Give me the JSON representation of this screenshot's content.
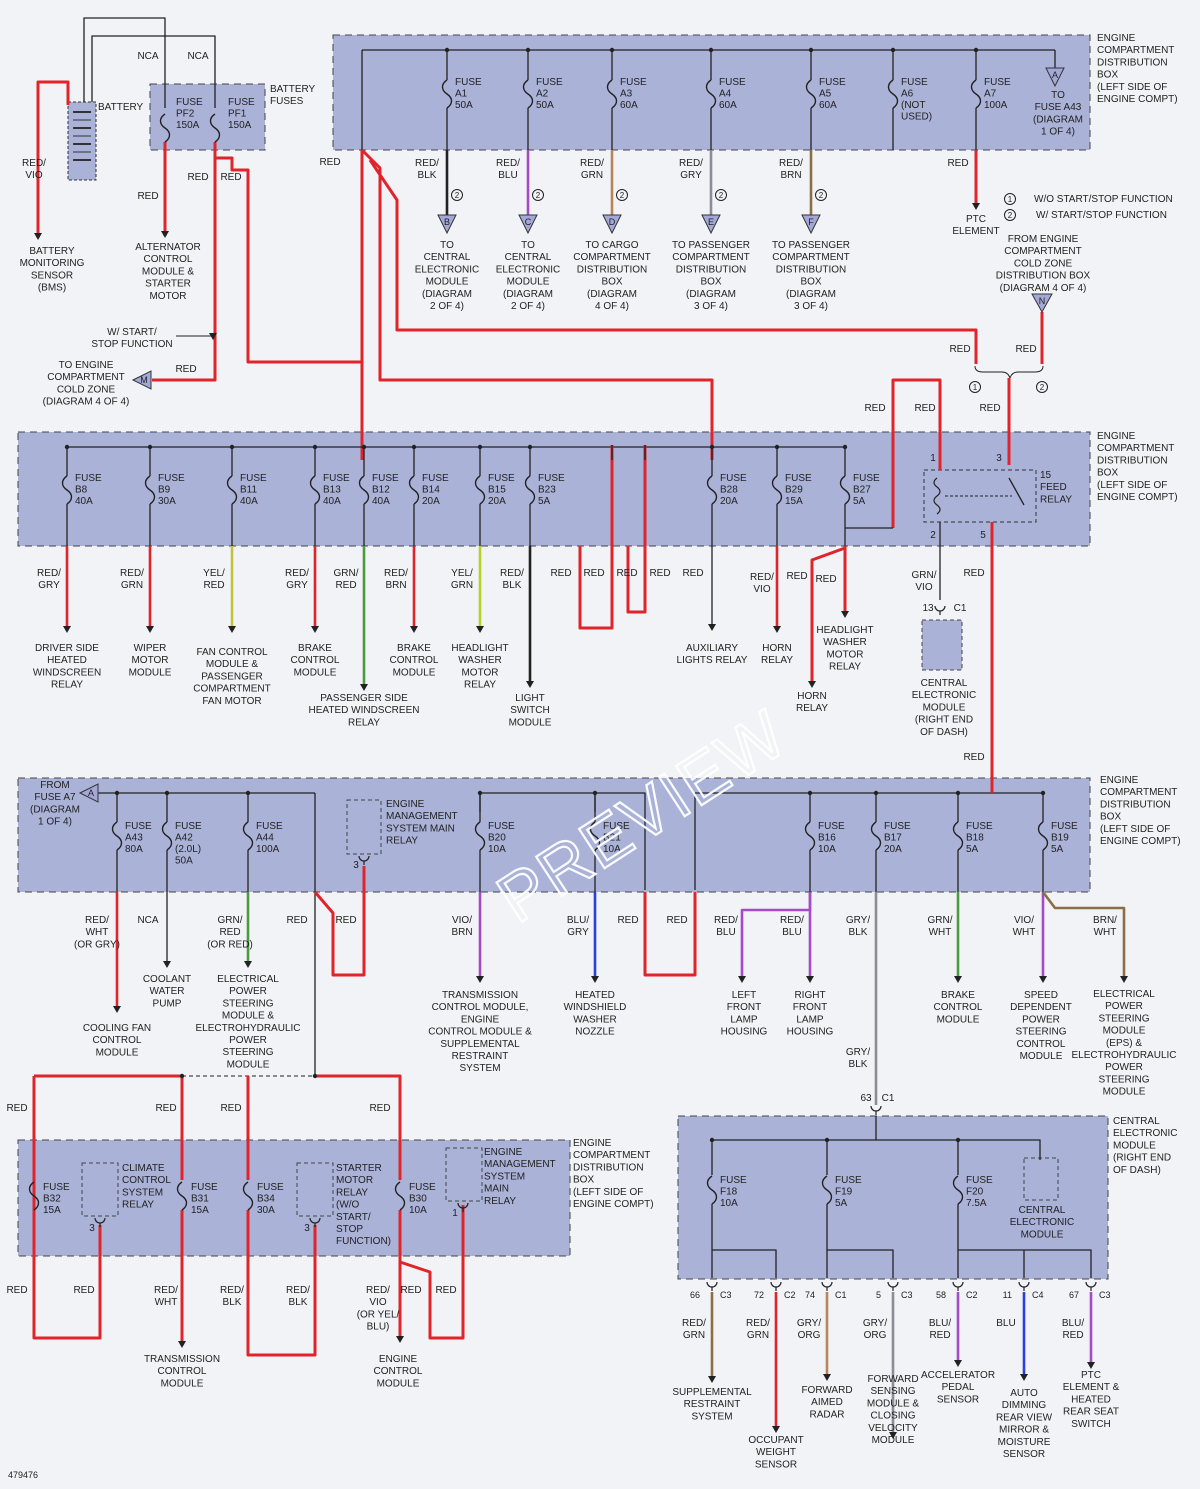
{
  "diagram": {
    "watermark": "PREVIEW",
    "figure_id": "479476",
    "colors": {
      "box": "#aab2d8",
      "red_wire": "#e0242b"
    },
    "boxes": [
      {
        "label": [
          "ENGINE",
          "COMPARTMENT",
          "DISTRIBUTION",
          "BOX",
          "(LEFT SIDE OF",
          "ENGINE COMPT)"
        ]
      },
      {
        "label": [
          "ENGINE",
          "COMPARTMENT",
          "DISTRIBUTION",
          "BOX",
          "(LEFT SIDE OF",
          "ENGINE COMPT)"
        ]
      },
      {
        "label": [
          "ENGINE",
          "COMPARTMENT",
          "DISTRIBUTION",
          "BOX",
          "(LEFT SIDE OF",
          "ENGINE COMPT)"
        ]
      },
      {
        "label": [
          "ENGINE",
          "COMPARTMENT",
          "DISTRIBUTION",
          "BOX",
          "(LEFT SIDE OF",
          "ENGINE COMPT)"
        ]
      },
      {
        "label": [
          "CENTRAL",
          "ELECTRONIC",
          "MODULE",
          "(RIGHT END",
          "OF DASH)"
        ]
      }
    ],
    "battery_area": {
      "battery": "BATTERY",
      "battery_fuses": [
        "BATTERY",
        "FUSES"
      ],
      "nca1": "NCA",
      "nca2": "NCA",
      "pf2": [
        "FUSE",
        "PF2",
        "150A"
      ],
      "pf1": [
        "FUSE",
        "PF1",
        "150A"
      ],
      "bms_wire": [
        "RED/",
        "VIO"
      ],
      "bms": [
        "BATTERY",
        "MONITORING",
        "SENSOR",
        "(BMS)"
      ],
      "alt_wire": "RED",
      "alt": [
        "ALTERNATOR",
        "CONTROL",
        "MODULE &",
        "STARTER",
        "MOTOR"
      ],
      "red_a": "RED",
      "red_b": "RED",
      "ss_note": [
        "W/ START/",
        "STOP FUNCTION"
      ],
      "cold_zone": [
        "TO ENGINE",
        "COMPARTMENT",
        "COLD ZONE",
        "(DIAGRAM 4 OF 4)"
      ],
      "cold_letter": "M",
      "cold_wire": "RED"
    },
    "row1": {
      "feed_red": "RED",
      "fuses": [
        {
          "lines": [
            "FUSE",
            "A1",
            "50A"
          ],
          "wire": [
            "RED/",
            "BLK"
          ],
          "sym": "2",
          "letter": "B",
          "dest": [
            "TO",
            "CENTRAL",
            "ELECTRONIC",
            "MODULE",
            "(DIAGRAM",
            "2 OF 4)"
          ]
        },
        {
          "lines": [
            "FUSE",
            "A2",
            "50A"
          ],
          "wire": [
            "RED/",
            "BLU"
          ],
          "sym": "2",
          "letter": "C",
          "dest": [
            "TO",
            "CENTRAL",
            "ELECTRONIC",
            "MODULE",
            "(DIAGRAM",
            "2 OF 4)"
          ]
        },
        {
          "lines": [
            "FUSE",
            "A3",
            "60A"
          ],
          "wire": [
            "RED/",
            "GRN"
          ],
          "sym": "2",
          "letter": "D",
          "dest": [
            "TO CARGO",
            "COMPARTMENT",
            "DISTRIBUTION",
            "BOX",
            "(DIAGRAM",
            "4 OF 4)"
          ]
        },
        {
          "lines": [
            "FUSE",
            "A4",
            "60A"
          ],
          "wire": [
            "RED/",
            "GRY"
          ],
          "sym": "2",
          "letter": "E",
          "dest": [
            "TO PASSENGER",
            "COMPARTMENT",
            "DISTRIBUTION",
            "BOX",
            "(DIAGRAM",
            "3 OF 4)"
          ]
        },
        {
          "lines": [
            "FUSE",
            "A5",
            "60A"
          ],
          "wire": [
            "RED/",
            "BRN"
          ],
          "sym": "2",
          "letter": "F",
          "dest": [
            "TO PASSENGER",
            "COMPARTMENT",
            "DISTRIBUTION",
            "BOX",
            "(DIAGRAM",
            "3 OF 4)"
          ]
        },
        {
          "lines": [
            "FUSE",
            "A6",
            "(NOT",
            "USED)"
          ]
        },
        {
          "lines": [
            "FUSE",
            "A7",
            "100A"
          ],
          "wire": [
            "RED"
          ],
          "dest": [
            "PTC",
            "ELEMENT"
          ]
        }
      ],
      "a43_letter": "A",
      "a43_lines": [
        "TO",
        "FUSE A43",
        "(DIAGRAM",
        "1 OF 4)"
      ],
      "legend1_sym": "1",
      "legend1": "W/O START/STOP FUNCTION",
      "legend2_sym": "2",
      "legend2": "W/ START/STOP FUNCTION",
      "cold_in": [
        "FROM ENGINE",
        "COMPARTMENT",
        "COLD ZONE",
        "DISTRIBUTION BOX",
        "(DIAGRAM 4 OF 4)"
      ],
      "cold_in_letter": "N",
      "red_to_relay1": "RED",
      "red_to_relay2": "RED",
      "red_sym1": "1",
      "red_sym2": "2"
    },
    "row2": {
      "fuses": [
        {
          "lines": [
            "FUSE",
            "B8",
            "40A"
          ],
          "wire": [
            "RED/",
            "GRY"
          ],
          "dest": [
            "DRIVER SIDE",
            "HEATED",
            "WINDSCREEN",
            "RELAY"
          ]
        },
        {
          "lines": [
            "FUSE",
            "B9",
            "30A"
          ],
          "wire": [
            "RED/",
            "GRN"
          ],
          "dest": [
            "WIPER",
            "MOTOR",
            "MODULE"
          ]
        },
        {
          "lines": [
            "FUSE",
            "B11",
            "40A"
          ],
          "wire": [
            "YEL/",
            "RED"
          ],
          "dest": [
            "FAN CONTROL",
            "MODULE &",
            "PASSENGER",
            "COMPARTMENT",
            "FAN MOTOR"
          ]
        },
        {
          "lines": [
            "FUSE",
            "B13",
            "40A"
          ],
          "wire": [
            "RED/",
            "GRY"
          ],
          "dest": [
            "BRAKE",
            "CONTROL",
            "MODULE"
          ]
        },
        {
          "lines": [
            "FUSE",
            "B12",
            "40A"
          ],
          "wire": [
            "GRN/",
            "RED"
          ],
          "dest": [
            "PASSENGER SIDE",
            "HEATED WINDSCREEN",
            "RELAY"
          ]
        },
        {
          "lines": [
            "FUSE",
            "B14",
            "20A"
          ],
          "wire": [
            "RED/",
            "BRN"
          ],
          "dest": [
            "BRAKE",
            "CONTROL",
            "MODULE"
          ]
        },
        {
          "lines": [
            "FUSE",
            "B15",
            "20A"
          ],
          "wire": [
            "YEL/",
            "GRN"
          ],
          "dest": [
            "HEADLIGHT",
            "WASHER",
            "MOTOR",
            "RELAY"
          ]
        },
        {
          "lines": [
            "FUSE",
            "B23",
            "5A"
          ],
          "wire": [
            "RED/",
            "BLK"
          ],
          "dest": [
            "LIGHT",
            "SWITCH",
            "MODULE"
          ]
        },
        {
          "lines": [
            "FUSE",
            "B28",
            "20A"
          ],
          "dest": [
            "AUXILIARY",
            "LIGHTS RELAY"
          ]
        },
        {
          "lines": [
            "FUSE",
            "B29",
            "15A"
          ],
          "wire": [
            "RED/",
            "VIO"
          ],
          "dest": [
            "HORN",
            "RELAY"
          ]
        },
        {
          "lines": [
            "FUSE",
            "B27",
            "5A"
          ],
          "dest": [
            "HEADLIGHT",
            "WASHER",
            "MOTOR",
            "RELAY"
          ]
        }
      ],
      "loop_reds": [
        "RED",
        "RED",
        "RED",
        "RED",
        "RED"
      ],
      "horn2": [
        "HORN",
        "RELAY"
      ],
      "horn_reds": [
        "RED",
        "RED"
      ],
      "relay15_pin1": "1",
      "relay15_pin3": "3",
      "relay15_pin2": "2",
      "relay15_pin5": "5",
      "relay15": [
        "15",
        "FEED",
        "RELAY"
      ],
      "relay_in_reds": [
        "RED",
        "RED",
        "RED"
      ],
      "gv_wire": [
        "GRN/",
        "VIO"
      ],
      "pin13": "13",
      "c1": "C1",
      "cem": [
        "CENTRAL",
        "ELECTRONIC",
        "MODULE",
        "(RIGHT END",
        "OF DASH)"
      ],
      "pin5_red": "RED",
      "down_red": "RED"
    },
    "row3": {
      "from_letter": "A",
      "from_lines": [
        "FROM",
        "FUSE A7",
        "(DIAGRAM",
        "1 OF 4)"
      ],
      "fuses": [
        {
          "lines": [
            "FUSE",
            "A43",
            "80A"
          ],
          "wire": [
            "RED/",
            "WHT",
            "(OR GRY)"
          ],
          "dest": [
            "COOLING FAN",
            "CONTROL",
            "MODULE"
          ]
        },
        {
          "lines": [
            "FUSE",
            "A42",
            "(2.0L)",
            "50A"
          ],
          "wire": [
            "NCA"
          ],
          "dest": [
            "COOLANT",
            "WATER",
            "PUMP"
          ]
        },
        {
          "lines": [
            "FUSE",
            "A44",
            "100A"
          ],
          "wire": [
            "GRN/",
            "RED",
            "(OR RED)"
          ],
          "dest": [
            "ELECTRICAL",
            "POWER",
            "STEERING",
            "MODULE &",
            "ELECTROHYDRAULIC",
            "POWER",
            "STEERING",
            "MODULE"
          ]
        },
        {
          "lines": [
            "FUSE",
            "B20",
            "10A"
          ],
          "wire": [
            "VIO/",
            "BRN"
          ],
          "dest": [
            "TRANSMISSION",
            "CONTROL MODULE,",
            "ENGINE",
            "CONTROL MODULE &",
            "SUPPLEMENTAL",
            "RESTRAINT",
            "SYSTEM"
          ]
        },
        {
          "lines": [
            "FUSE",
            "B21",
            "10A"
          ],
          "wire": [
            "BLU/",
            "GRY"
          ],
          "dest": [
            "HEATED",
            "WINDSHIELD",
            "WASHER",
            "NOZZLE"
          ]
        },
        {
          "lines": [
            "FUSE",
            "B16",
            "10A"
          ],
          "wire": [
            "RED/",
            "BLU"
          ],
          "dest": [
            "LEFT",
            "FRONT",
            "LAMP",
            "HOUSING"
          ]
        },
        {
          "lines": [
            "FUSE",
            "B16",
            "10A"
          ],
          "wire": [
            "RED/",
            "BLU"
          ],
          "dest": [
            "RIGHT",
            "FRONT",
            "LAMP",
            "HOUSING"
          ]
        },
        {
          "lines": [
            "FUSE",
            "B17",
            "20A"
          ],
          "wire": [
            "GRY/",
            "BLK"
          ]
        },
        {
          "lines": [
            "FUSE",
            "B18",
            "5A"
          ],
          "wire": [
            "GRN/",
            "WHT"
          ],
          "dest": [
            "BRAKE",
            "CONTROL",
            "MODULE"
          ]
        },
        {
          "lines": [
            "FUSE",
            "B19",
            "5A"
          ],
          "wire": [
            "VIO/",
            "WHT"
          ],
          "dest": [
            "SPEED",
            "DEPENDENT",
            "POWER",
            "STEERING",
            "CONTROL",
            "MODULE"
          ]
        }
      ],
      "brn_wire": [
        "BRN/",
        "WHT"
      ],
      "eps": [
        "ELECTRICAL",
        "POWER",
        "STEERING",
        "MODULE",
        "(EPS) &",
        "ELECTROHYDRAULIC",
        "POWER",
        "STEERING",
        "MODULE"
      ],
      "ems": [
        "ENGINE",
        "MANAGEMENT",
        "SYSTEM MAIN",
        "RELAY"
      ],
      "ems_pin": "3",
      "reds": [
        "RED",
        "RED",
        "RED",
        "RED"
      ],
      "gb_wire2": [
        "GRY/",
        "BLK"
      ],
      "pin63": "63",
      "c1b": "C1"
    },
    "row4": {
      "reds": [
        "RED",
        "RED",
        "RED",
        "RED"
      ],
      "fuses": [
        {
          "lines": [
            "FUSE",
            "B32",
            "15A"
          ],
          "wire": [
            "RED"
          ]
        },
        {
          "lines": [
            "FUSE",
            "B31",
            "15A"
          ],
          "wire": [
            "RED/",
            "WHT"
          ],
          "dest": [
            "TRANSMISSION",
            "CONTROL",
            "MODULE"
          ]
        },
        {
          "lines": [
            "FUSE",
            "B34",
            "30A"
          ],
          "wire": [
            "RED/",
            "BLK"
          ]
        },
        {
          "lines": [
            "FUSE",
            "B30",
            "10A"
          ],
          "wire": [
            "RED/",
            "VIO",
            "(OR YEL/",
            "BLU)"
          ],
          "dest": [
            "ENGINE",
            "CONTROL",
            "MODULE"
          ]
        }
      ],
      "b34_wire2": [
        "RED/",
        "BLK"
      ],
      "b32_red": "RED",
      "b30_reds": [
        "RED",
        "RED"
      ],
      "climate": [
        "CLIMATE",
        "CONTROL",
        "SYSTEM",
        "RELAY"
      ],
      "climate_pin": "3",
      "starter": [
        "STARTER",
        "MOTOR",
        "RELAY",
        "(W/O",
        "START/",
        "STOP",
        "FUNCTION)"
      ],
      "starter_pin": "3",
      "ems2": [
        "ENGINE",
        "MANAGEMENT",
        "SYSTEM",
        "MAIN",
        "RELAY"
      ],
      "ems2_pin": "1"
    },
    "cem_box": {
      "fuses": [
        {
          "lines": [
            "FUSE",
            "F18",
            "10A"
          ]
        },
        {
          "lines": [
            "FUSE",
            "F19",
            "5A"
          ]
        },
        {
          "lines": [
            "FUSE",
            "F20",
            "7.5A"
          ]
        }
      ],
      "module": [
        "CENTRAL",
        "ELECTRONIC",
        "MODULE"
      ],
      "outputs": [
        {
          "pin": "66",
          "conn": "C3",
          "wire": [
            "RED/",
            "GRN"
          ],
          "dest": [
            "SUPPLEMENTAL",
            "RESTRAINT",
            "SYSTEM"
          ]
        },
        {
          "pin": "72",
          "conn": "C2",
          "wire": [
            "RED/",
            "GRN"
          ],
          "dest": [
            "OCCUPANT",
            "WEIGHT",
            "SENSOR"
          ]
        },
        {
          "pin": "74",
          "conn": "C1",
          "wire": [
            "GRY/",
            "ORG"
          ],
          "dest": [
            "FORWARD",
            "AIMED",
            "RADAR"
          ]
        },
        {
          "pin": "5",
          "conn": "C3",
          "wire": [
            "GRY/",
            "ORG"
          ],
          "dest": [
            "FORWARD",
            "SENSING",
            "MODULE &",
            "CLOSING",
            "VELOCITY",
            "MODULE"
          ]
        },
        {
          "pin": "58",
          "conn": "C2",
          "wire": [
            "BLU/",
            "RED"
          ],
          "dest": [
            "ACCELERATOR",
            "PEDAL",
            "SENSOR"
          ]
        },
        {
          "pin": "11",
          "conn": "C4",
          "wire": [
            "BLU"
          ],
          "dest": [
            "AUTO",
            "DIMMING",
            "REAR VIEW",
            "MIRROR &",
            "MOISTURE",
            "SENSOR"
          ]
        },
        {
          "pin": "67",
          "conn": "C3",
          "wire": [
            "BLU/",
            "RED"
          ],
          "dest": [
            "PTC",
            "ELEMENT &",
            "HEATED",
            "REAR SEAT",
            "SWITCH"
          ]
        }
      ]
    }
  }
}
